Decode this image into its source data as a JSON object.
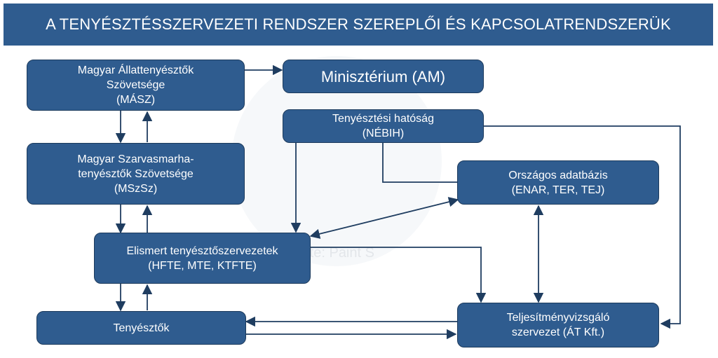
{
  "title": "A TENYÉSZTÉSSZERVEZETI RENDSZER SZEREPLŐI ÉS KAPCSOLATRENDSZERÜK",
  "watermark": "ette: Paint S",
  "colors": {
    "node_fill": "#2f5c8f",
    "node_border": "#1c3a5c",
    "edge": "#1f3d60"
  },
  "nodes": {
    "masz": "Magyar Állattenyésztők\nSzövetsége\n(MÁSZ)",
    "am": "Minisztérium (AM)",
    "nebih": "Tenyésztési hatóság\n(NÉBIH)",
    "mszsz": "Magyar Szarvasmarha-\ntenyésztők Szövetsége\n(MSzSz)",
    "adatbazis": "Országos adatbázis\n(ENAR, TER, TEJ)",
    "elismert": "Elismert tenyésztőszervezetek\n(HFTE, MTE, KTFTE)",
    "tenyesztok": "Tenyésztők",
    "teljesitmeny": "Teljesítményvizsgáló\nszervezet (ÁT Kft.)"
  }
}
